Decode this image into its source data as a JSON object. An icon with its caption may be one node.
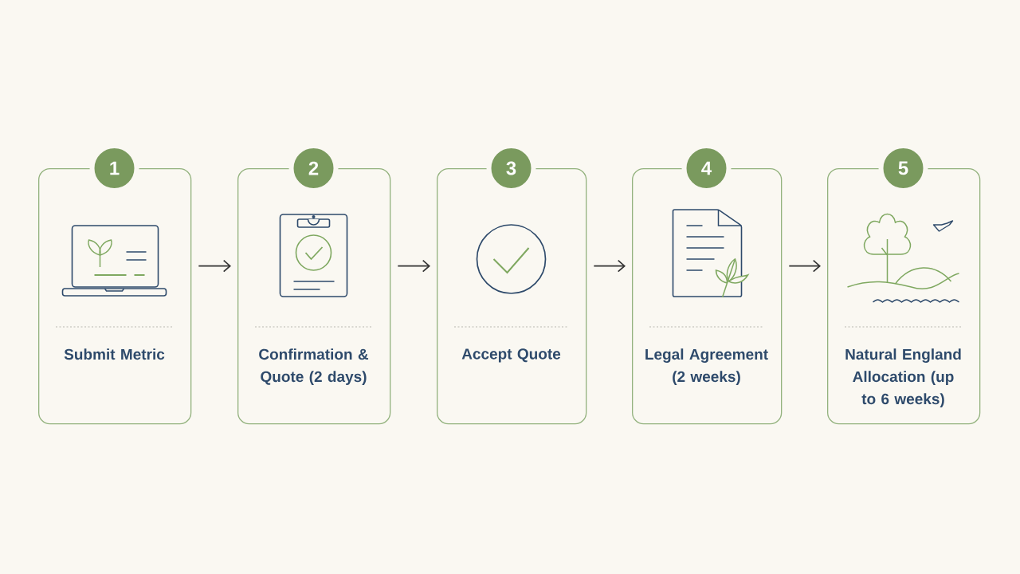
{
  "diagram": {
    "nodes": [
      {
        "text": [
          "1",
          "Submit Metric"
        ]
      },
      {
        "text": [
          "2",
          "Confirmation & Quote (2 days)"
        ]
      },
      {
        "text": [
          "3",
          "Accept Quote"
        ]
      },
      {
        "text": [
          "4",
          "Legal Agreement (2 weeks)"
        ]
      },
      {
        "text": [
          "5",
          "Natural England Allocation (up to 6 weeks)"
        ]
      }
    ],
    "edges": [
      {
        "from": 0,
        "to": 1,
        "arrow": "to"
      },
      {
        "from": 1,
        "to": 2,
        "arrow": "to"
      },
      {
        "from": 2,
        "to": 3,
        "arrow": "to"
      },
      {
        "from": 3,
        "to": 4,
        "arrow": "to"
      }
    ]
  }
}
